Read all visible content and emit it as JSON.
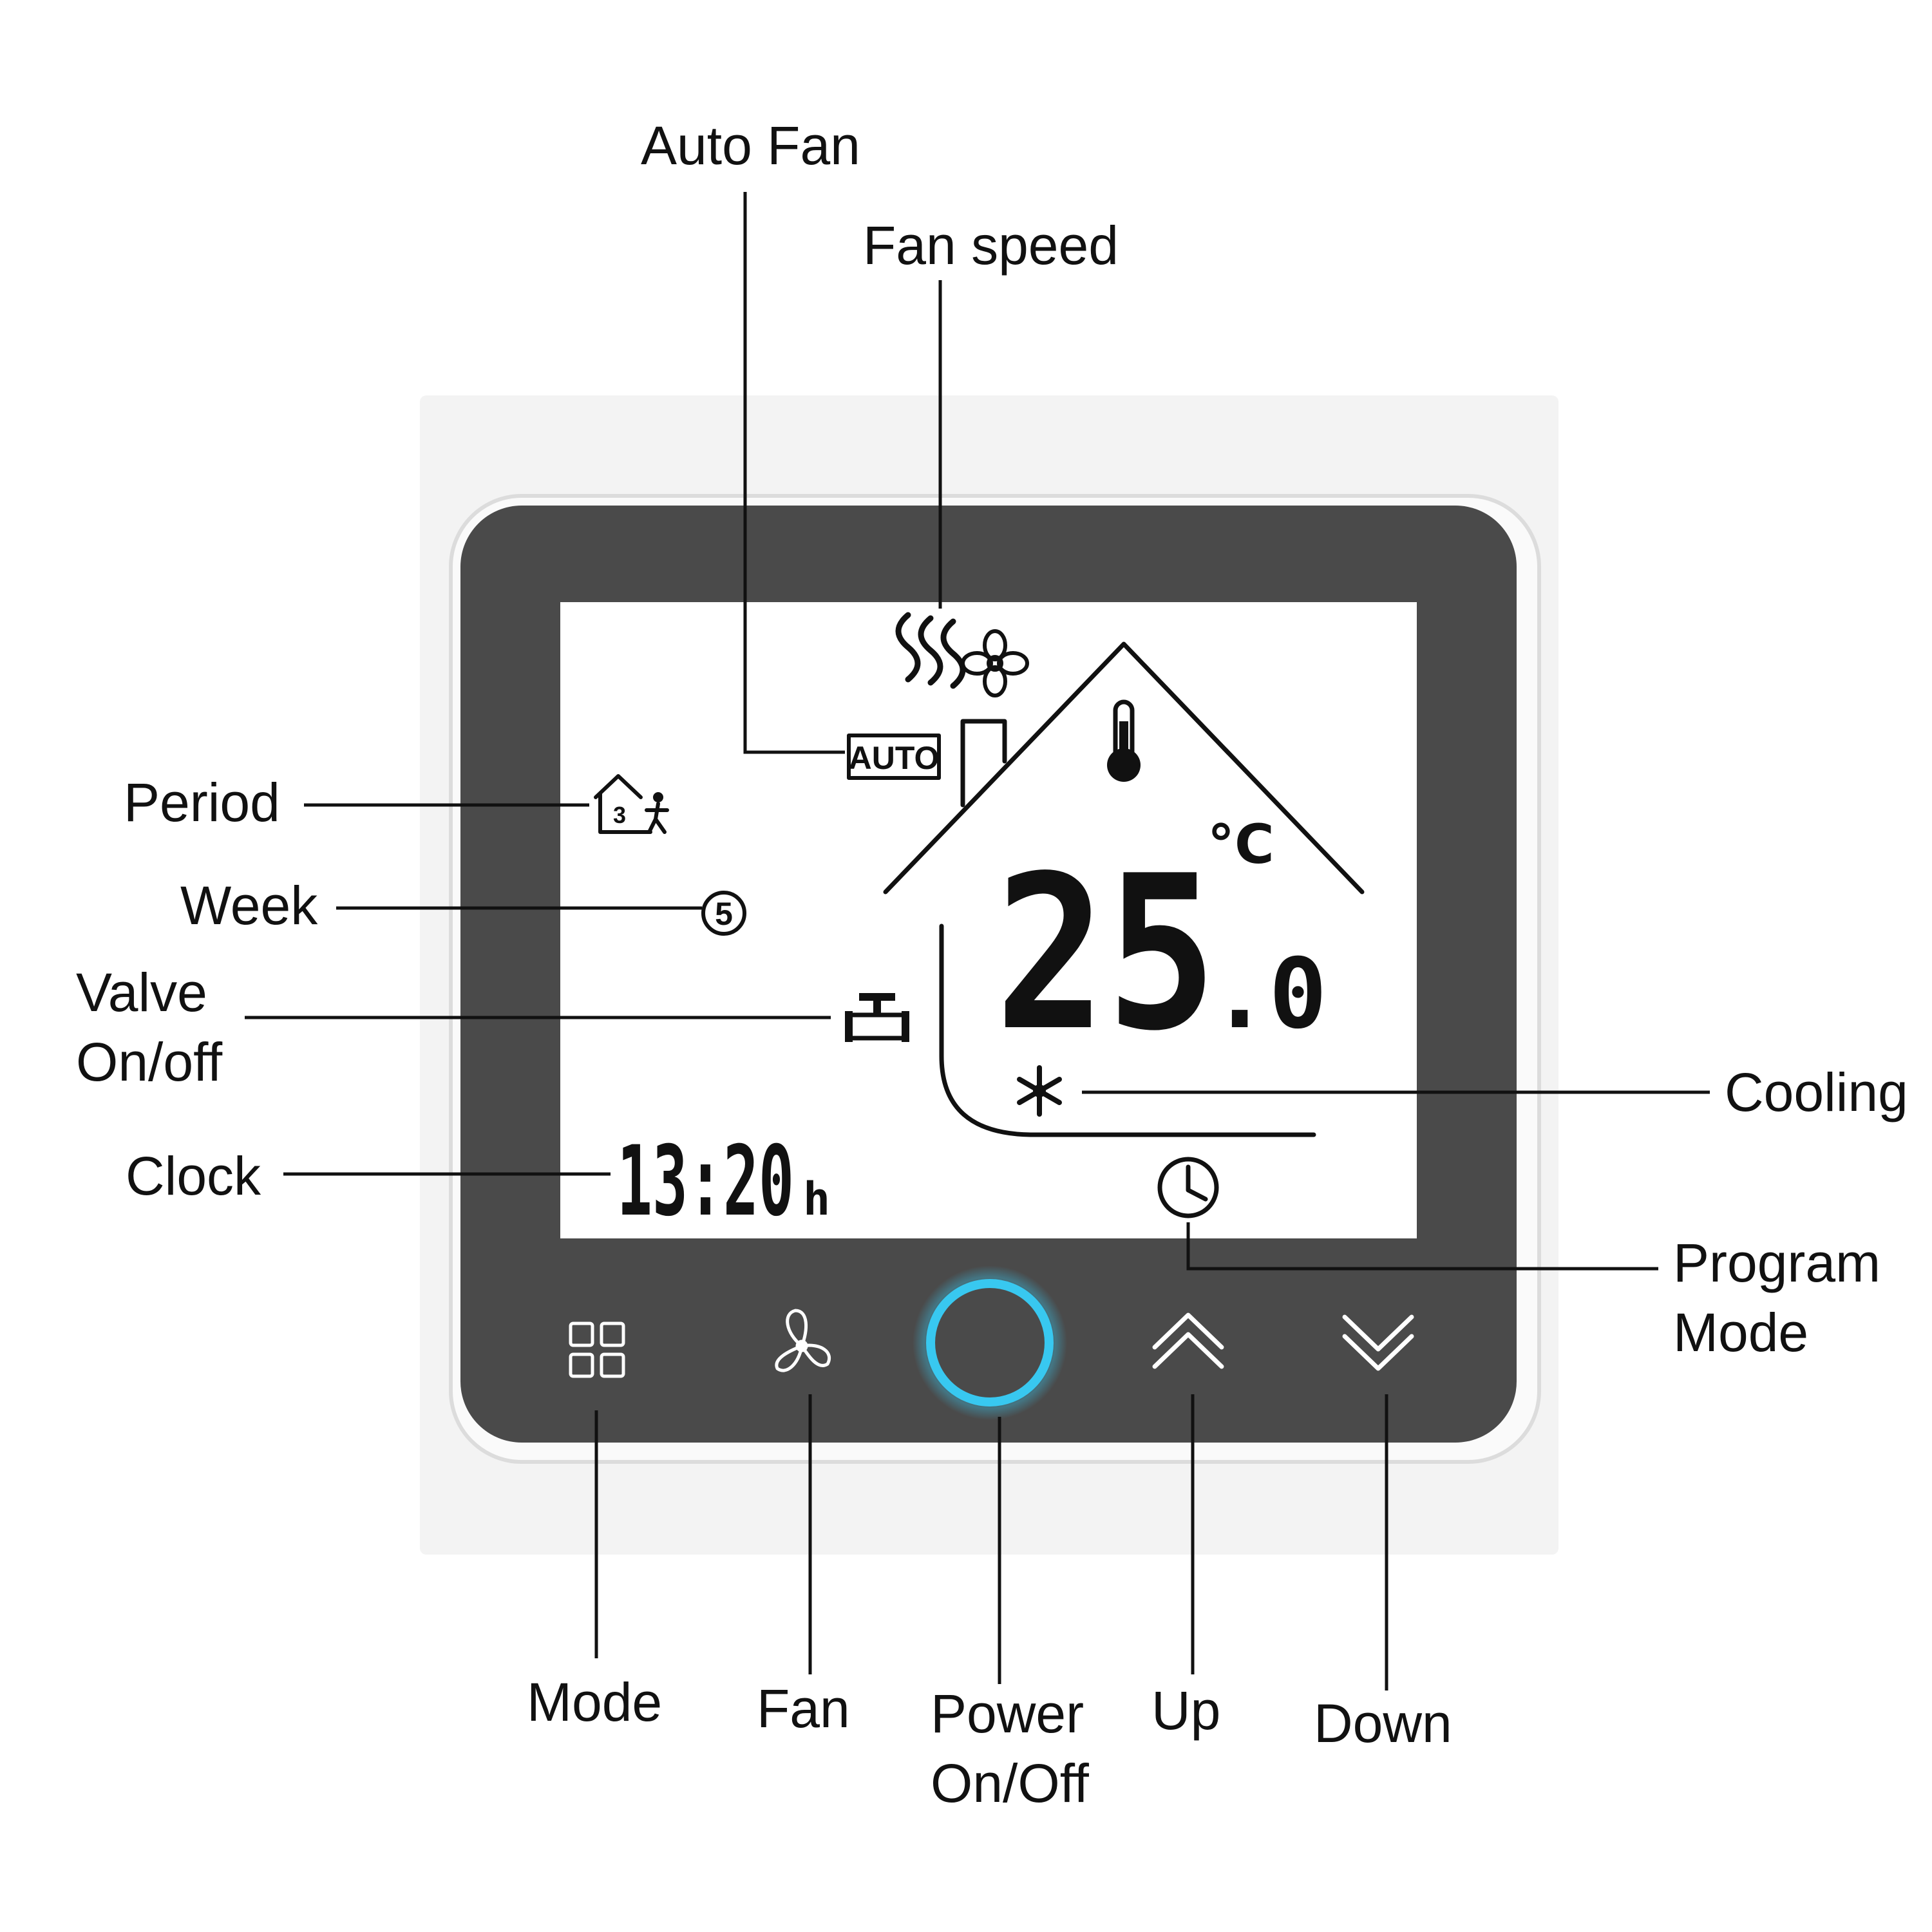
{
  "device": {
    "display": {
      "auto_badge": "AUTO",
      "temperature_main": "25",
      "temperature_decimal": ".0",
      "temperature_unit": "°C",
      "clock_time": "13:20",
      "clock_suffix": "h",
      "week_day": "5",
      "period_number": "3"
    },
    "buttons": [
      {
        "id": "mode",
        "icon": "grid-icon"
      },
      {
        "id": "fan",
        "icon": "fan-blade-icon"
      },
      {
        "id": "power",
        "icon": "power-ring-icon",
        "color": "#38c8f0"
      },
      {
        "id": "up",
        "icon": "chevron-up-icon"
      },
      {
        "id": "down",
        "icon": "chevron-down-icon"
      }
    ]
  },
  "callouts": {
    "auto_fan": "Auto Fan",
    "fan_speed": "Fan speed",
    "period": "Period",
    "week": "Week",
    "valve_line1": "Valve",
    "valve_line2": "On/off",
    "clock": "Clock",
    "cooling": "Cooling",
    "program_line1": "Program",
    "program_line2": "Mode",
    "mode": "Mode",
    "fan": "Fan",
    "power_line1": "Power",
    "power_line2": "On/Off",
    "up": "Up",
    "down": "Down"
  },
  "colors": {
    "bezel": "#4a4a4a",
    "plate": "#f2f2f2",
    "screen": "#ffffff",
    "power_ring": "#38c8f0"
  }
}
